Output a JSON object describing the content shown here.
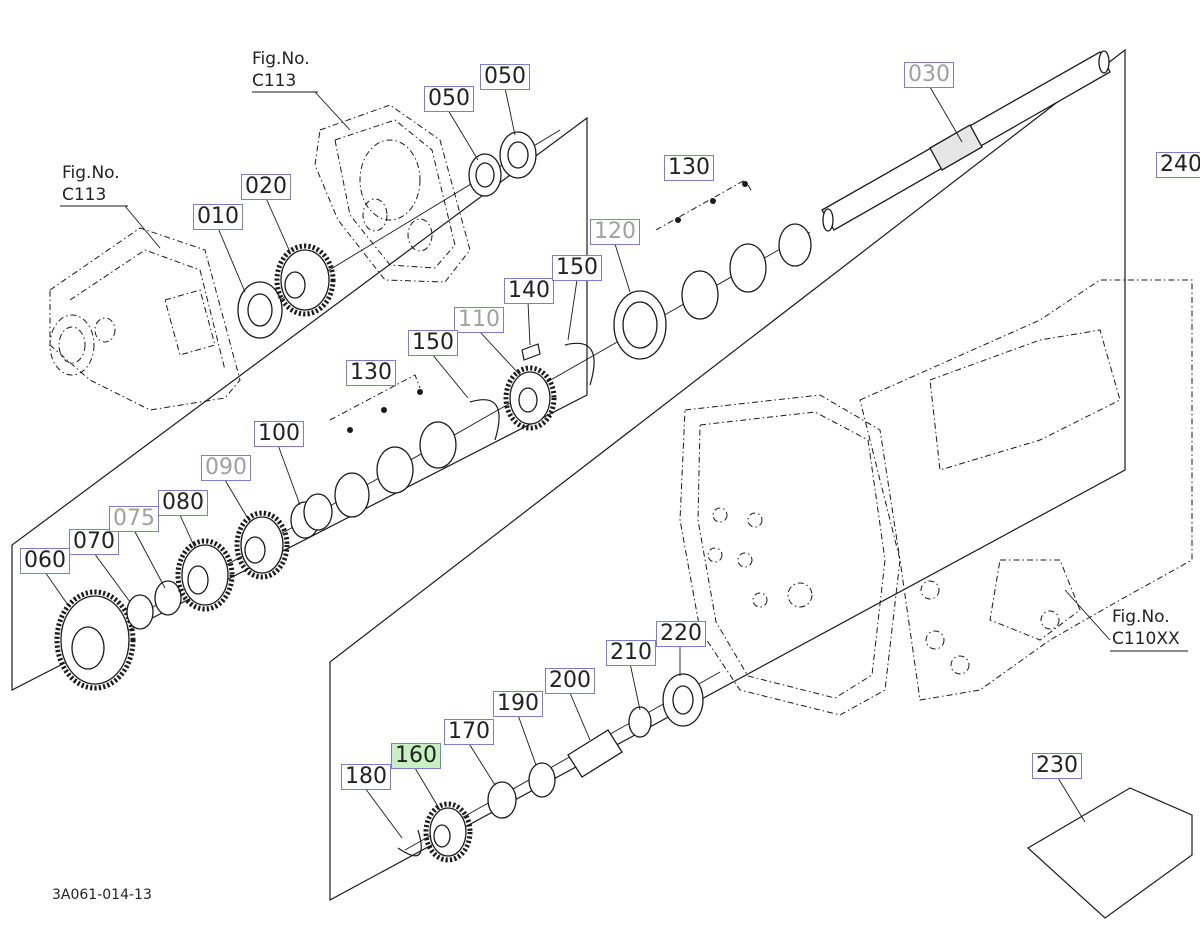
{
  "drawing_number": "3A061-014-13",
  "accent_color": "#7b7fd4",
  "highlight_color": "#c8f0c0",
  "figure_refs": [
    {
      "id": "fig-top",
      "line1": "Fig.No.",
      "line2": "C113"
    },
    {
      "id": "fig-left",
      "line1": "Fig.No.",
      "line2": "C113"
    },
    {
      "id": "fig-right",
      "line1": "Fig.No.",
      "line2": "C110XX"
    }
  ],
  "callouts": [
    {
      "id": "c010",
      "label": "010",
      "state": "normal"
    },
    {
      "id": "c020",
      "label": "020",
      "state": "normal"
    },
    {
      "id": "c030",
      "label": "030",
      "state": "muted"
    },
    {
      "id": "c050a",
      "label": "050",
      "state": "normal"
    },
    {
      "id": "c050b",
      "label": "050",
      "state": "normal"
    },
    {
      "id": "c060",
      "label": "060",
      "state": "normal"
    },
    {
      "id": "c070",
      "label": "070",
      "state": "normal"
    },
    {
      "id": "c075",
      "label": "075",
      "state": "muted"
    },
    {
      "id": "c080",
      "label": "080",
      "state": "normal"
    },
    {
      "id": "c090",
      "label": "090",
      "state": "muted"
    },
    {
      "id": "c100",
      "label": "100",
      "state": "normal"
    },
    {
      "id": "c110",
      "label": "110",
      "state": "muted"
    },
    {
      "id": "c120",
      "label": "120",
      "state": "muted"
    },
    {
      "id": "c130a",
      "label": "130",
      "state": "normal"
    },
    {
      "id": "c130b",
      "label": "130",
      "state": "normal"
    },
    {
      "id": "c140",
      "label": "140",
      "state": "normal"
    },
    {
      "id": "c150a",
      "label": "150",
      "state": "normal"
    },
    {
      "id": "c150b",
      "label": "150",
      "state": "normal"
    },
    {
      "id": "c160",
      "label": "160",
      "state": "selected"
    },
    {
      "id": "c170",
      "label": "170",
      "state": "normal"
    },
    {
      "id": "c180",
      "label": "180",
      "state": "normal"
    },
    {
      "id": "c190",
      "label": "190",
      "state": "normal"
    },
    {
      "id": "c200",
      "label": "200",
      "state": "normal"
    },
    {
      "id": "c210",
      "label": "210",
      "state": "normal"
    },
    {
      "id": "c220",
      "label": "220",
      "state": "normal"
    },
    {
      "id": "c230",
      "label": "230",
      "state": "normal"
    },
    {
      "id": "c240",
      "label": "240",
      "state": "normal"
    }
  ]
}
